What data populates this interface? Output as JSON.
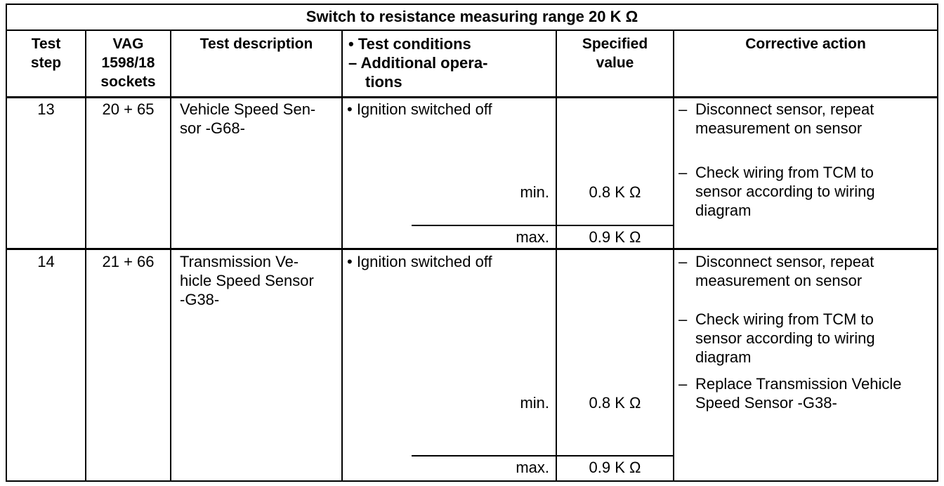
{
  "title": "Switch to resistance measuring range 20 K Ω",
  "headers": {
    "test_step": [
      "Test",
      "step"
    ],
    "sockets": [
      "VAG",
      "1598/18",
      "sockets"
    ],
    "description": "Test description",
    "conditions_1": "• Test conditions",
    "conditions_2": "– Additional opera-",
    "conditions_3": "tions",
    "specified": [
      "Specified",
      "value"
    ],
    "corrective": "Corrective action"
  },
  "rows": [
    {
      "step": "13",
      "sockets": "20 + 65",
      "description": [
        "Vehicle Speed Sen-",
        "sor -G68-"
      ],
      "condition": "•  Ignition switched off",
      "min_label": "min.",
      "min_value": "0.8 K Ω",
      "max_label": "max.",
      "max_value": "0.9 K Ω",
      "actions": [
        [
          "–",
          "Disconnect sensor, repeat",
          "measurement on sensor"
        ],
        [
          "–",
          "Check wiring from TCM to",
          "sensor according to wiring",
          "diagram"
        ]
      ]
    },
    {
      "step": "14",
      "sockets": "21 + 66",
      "description": [
        "Transmission Ve-",
        "hicle Speed Sensor",
        "-G38-"
      ],
      "condition": "•  Ignition switched off",
      "min_label": "min.",
      "min_value": "0.8 K Ω",
      "max_label": "max.",
      "max_value": "0.9 K Ω",
      "actions": [
        [
          "–",
          "Disconnect sensor, repeat",
          "measurement on sensor"
        ],
        [
          "–",
          "Check wiring from TCM to",
          "sensor according to wiring",
          "diagram"
        ],
        [
          "–",
          "Replace Transmission Vehicle",
          "Speed Sensor -G38-"
        ]
      ]
    }
  ]
}
